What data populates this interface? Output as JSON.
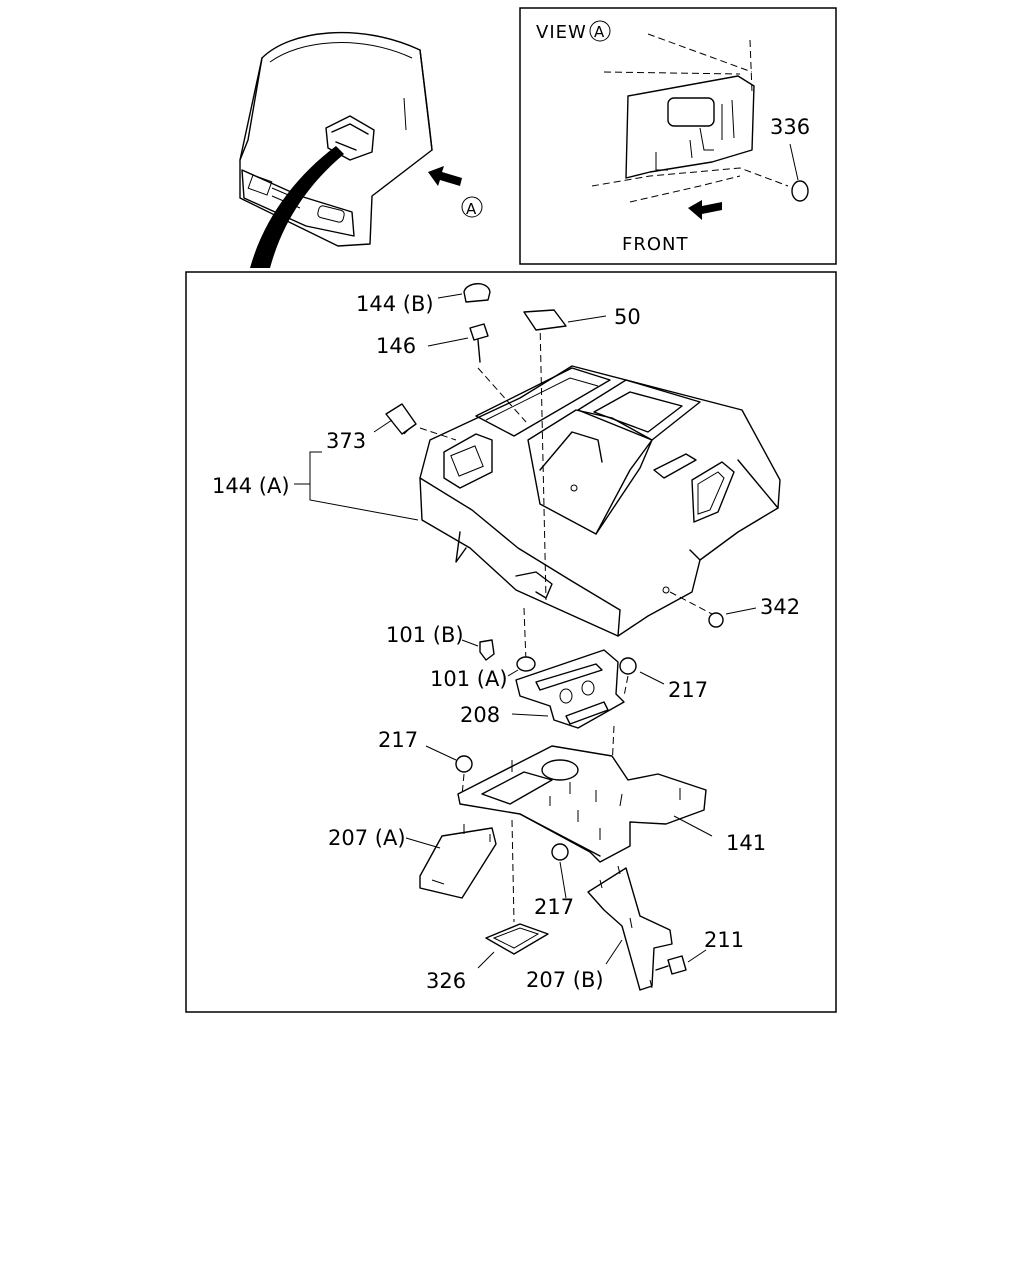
{
  "view_inset": {
    "title": "VIEW",
    "marker": "A",
    "front_label": "FRONT",
    "part": "336"
  },
  "cab_marker": "A",
  "labels": {
    "p144b": "144 (B)",
    "p50": "50",
    "p146": "146",
    "p373": "373",
    "p144a": "144 (A)",
    "p342": "342",
    "p101b": "101 (B)",
    "p101a": "101 (A)",
    "p217a": "217",
    "p208": "208",
    "p217b": "217",
    "p207a": "207 (A)",
    "p141": "141",
    "p217c": "217",
    "p211": "211",
    "p326": "326",
    "p207b": "207 (B)"
  }
}
